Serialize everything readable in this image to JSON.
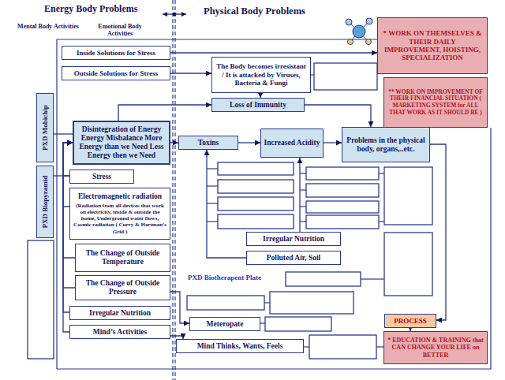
{
  "diagram": {
    "nodes": [
      {
        "text": [
          "Inside Solutions for Stress"
        ]
      },
      {
        "text": [
          "Outside Solutions for Stress"
        ]
      },
      {
        "text": [
          "The Body becomes irresistant / It is attacked by Viruses, Bacteria & Fungi"
        ]
      },
      {
        "text": [
          "* WORK ON THEMSELVES & THEIR DAILY IMPROVEMENT, HOISTING, SPECIALIZATION"
        ]
      },
      {
        "text": [
          "** WORK ON IMPROVEMENT OF THEIR FINANCIAL SITUATION ( MARKETING SYSTEM for ALL THAT WORK AS IT SHOULD BE )"
        ]
      },
      {
        "text": [
          "Loss of Immunity"
        ]
      },
      {
        "text": [
          "PXD Mobichip"
        ]
      },
      {
        "text": [
          "Disintegration of Energy Energy Misbalance More Energy than we Need Less Energy then we Need"
        ]
      },
      {
        "text": [
          "Toxins"
        ]
      },
      {
        "text": [
          "Increased Acidity"
        ]
      },
      {
        "text": [
          "Problems in the physical body, organs,..etc."
        ]
      },
      {
        "text": [
          "PXD Biopyramid"
        ]
      },
      {
        "text": [
          "Stress"
        ]
      },
      {
        "text": [
          "Electromagnetic radiation",
          "(Radiation from all devices that work on electricity, inside & outside the home, Underground water flows, Cosmic radiation ( Curry & Hartman’s Grid )"
        ]
      },
      {
        "text": [
          "Irregular Nutrition"
        ]
      },
      {
        "text": [
          "Polluted Air, Soil"
        ]
      },
      {
        "text": [
          "The Change of Outside Temperature"
        ]
      },
      {
        "text": [
          "The Change of Outside Pressure"
        ]
      },
      {
        "text": [
          "Irregular Nutrition"
        ]
      },
      {
        "text": [
          "Meteropate"
        ]
      },
      {
        "text": [
          "PROCESS"
        ]
      },
      {
        "text": [
          "Mind’s Activities"
        ]
      },
      {
        "text": [
          "Mind Thinks, Wants, Feels"
        ]
      },
      {
        "text": [
          "* EDUCATION & TRAINING that CAN CHANGE YOUR LIFE on BETTER"
        ]
      }
    ],
    "edges": [
      {
        "from": 0,
        "to": 3,
        "arrow": "to"
      },
      {
        "from": 1,
        "to": 2,
        "arrow": "to"
      },
      {
        "from": 2,
        "to": 5,
        "arrow": "to"
      },
      {
        "from": 7,
        "to": 5,
        "arrow": "to"
      },
      {
        "from": 7,
        "to": 8,
        "arrow": "to"
      },
      {
        "from": 8,
        "to": 9,
        "arrow": "to"
      },
      {
        "from": 9,
        "to": 10,
        "arrow": "to"
      },
      {
        "from": 5,
        "to": 10,
        "arrow": "to"
      },
      {
        "from": 15,
        "to": 8,
        "arrow": "to"
      },
      {
        "from": 14,
        "to": 9,
        "arrow": "to"
      },
      {
        "from": 12,
        "to": 7,
        "arrow": "to"
      },
      {
        "from": 13,
        "to": 7,
        "arrow": "to"
      },
      {
        "from": 16,
        "to": 7,
        "arrow": "to"
      },
      {
        "from": 17,
        "to": 7,
        "arrow": "to"
      },
      {
        "from": 18,
        "to": 7,
        "arrow": "to"
      },
      {
        "from": 21,
        "to": 7,
        "arrow": "to"
      },
      {
        "from": 21,
        "to": 22,
        "arrow": "to"
      },
      {
        "from": 17,
        "to": 19,
        "arrow": "to"
      },
      {
        "from": 20,
        "to": 23,
        "arrow": "to"
      },
      {
        "from": 10,
        "to": 20,
        "arrow": "to"
      },
      {
        "from": 6,
        "to": 7,
        "arrow": "none"
      },
      {
        "from": 11,
        "to": 12,
        "arrow": "none"
      }
    ],
    "labels": [
      "Energy Body Problems",
      "Mental Body Activities",
      "Emotional Body Activities",
      "Physical Body Problems",
      "PXD Biotherapent Plate"
    ]
  }
}
